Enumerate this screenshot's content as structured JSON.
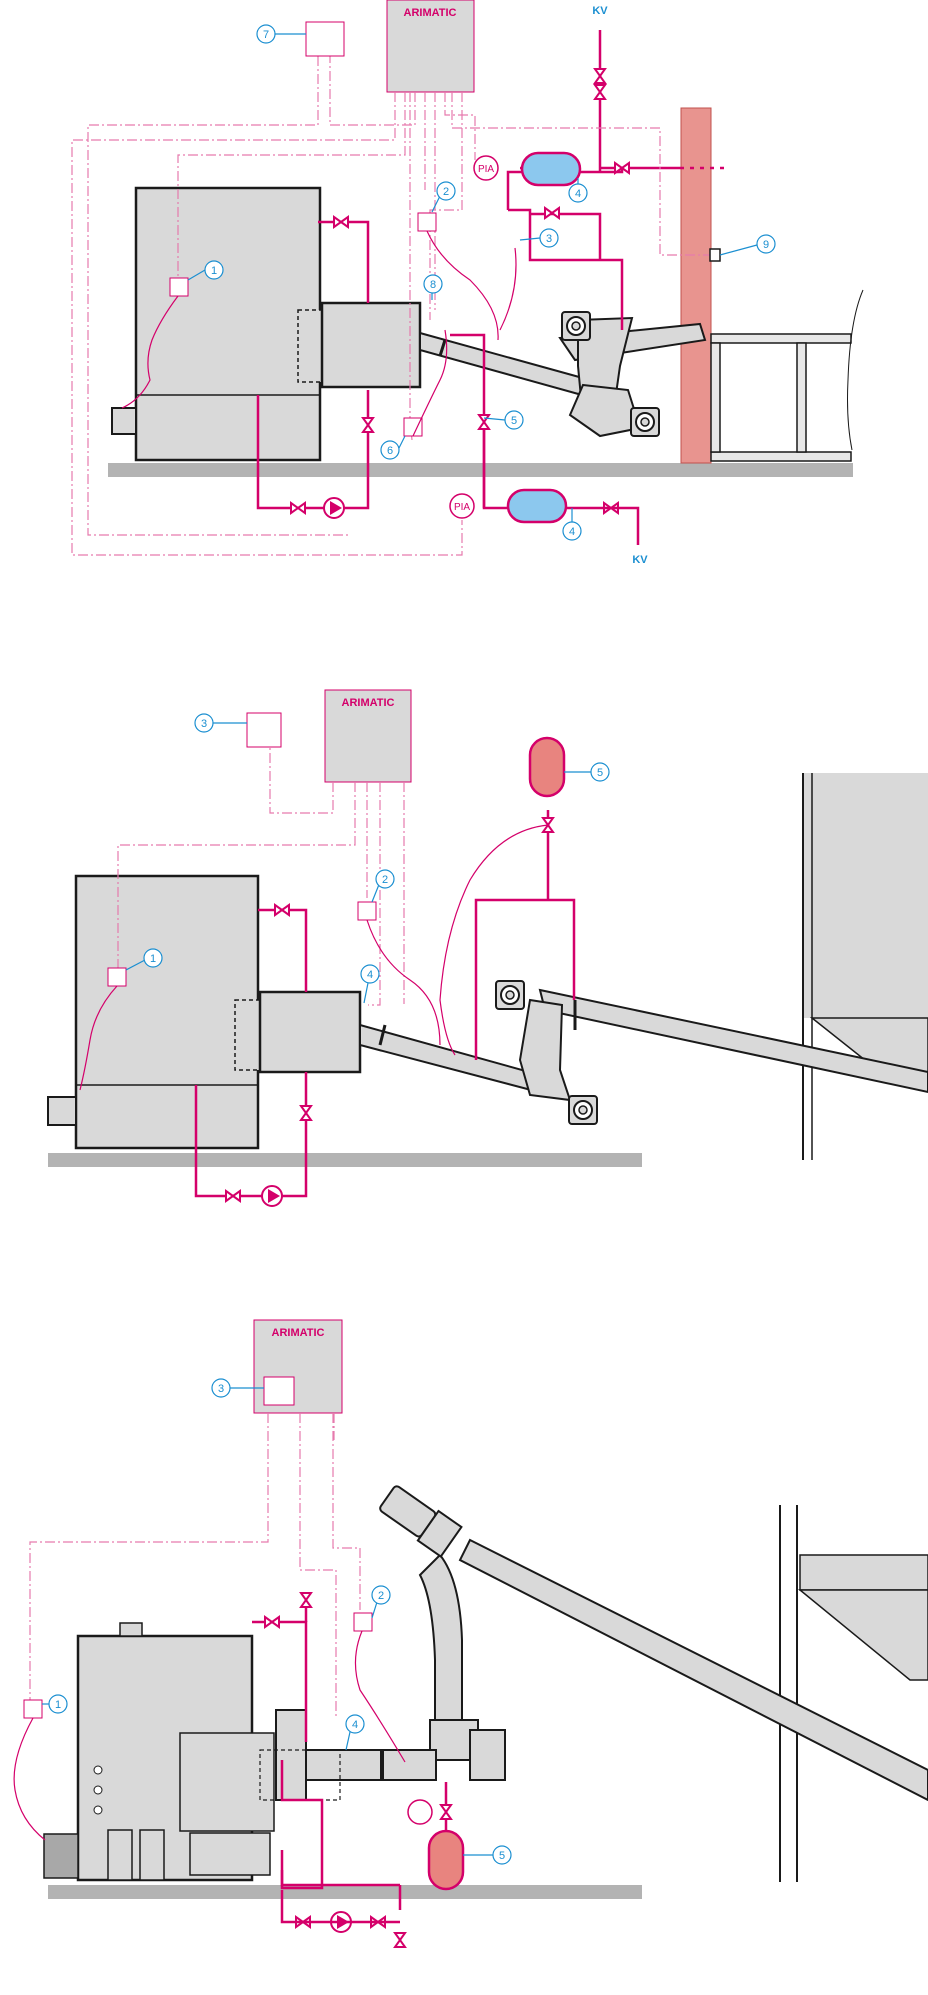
{
  "colors": {
    "pipe": "#d4006a",
    "callout": "#1b8fd1",
    "equipment_fill": "#d9d9d9",
    "equipment_stroke": "#1a1a1a",
    "floor": "#b3b3b3",
    "wall": "#e8948f",
    "expansion_vessel_blue": "#8cc8ee",
    "expansion_vessel_red": "#e8847f"
  },
  "diagram1": {
    "controller_label": "ARIMATIC",
    "kv_top": "KV",
    "kv_bottom": "KV",
    "pia_top": "PIA",
    "pia_bottom": "PIA",
    "callouts": {
      "c1": "1",
      "c2": "2",
      "c3": "3",
      "c4a": "4",
      "c4b": "4",
      "c5": "5",
      "c6": "6",
      "c7": "7",
      "c8": "8",
      "c9": "9"
    }
  },
  "diagram2": {
    "controller_label": "ARIMATIC",
    "callouts": {
      "c1": "1",
      "c2": "2",
      "c3": "3",
      "c4": "4",
      "c5": "5"
    }
  },
  "diagram3": {
    "controller_label": "ARIMATIC",
    "callouts": {
      "c1": "1",
      "c2": "2",
      "c3": "3",
      "c4": "4",
      "c5": "5"
    }
  }
}
